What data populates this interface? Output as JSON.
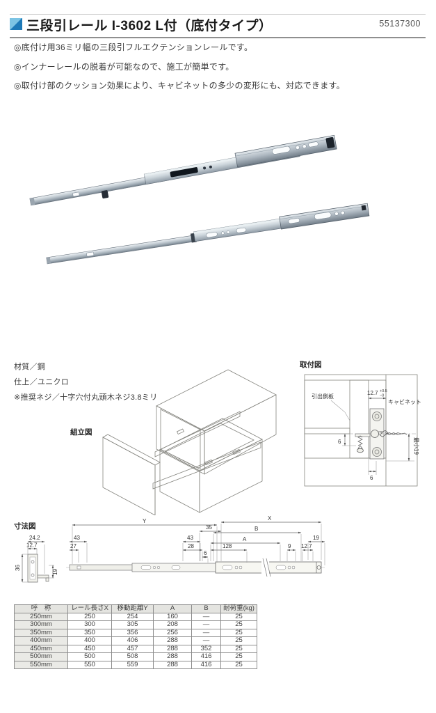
{
  "header": {
    "title": "三段引レール I-3602 L付（底付タイプ）",
    "code": "55137300"
  },
  "features": [
    "◎底付け用36ミリ幅の三段引フルエクテンションレールです。",
    "◎インナーレールの脱着が可能なので、施工が簡単です。",
    "◎取付け部のクッション効果により、キャビネットの多少の変形にも、対応できます。"
  ],
  "specs": {
    "material": "材質／鋼",
    "finish": "仕上／ユニクロ",
    "screw": "※推奨ネジ／十字穴付丸頭木ネジ3.8ミリ"
  },
  "assembly": {
    "label": "組立図"
  },
  "mounting": {
    "label": "取付図",
    "drawer_panel": "引出側板",
    "cabinet": "キャビネット",
    "dim_gap": "12.7",
    "tol_plus": "+0.5",
    "tol_minus": "−0",
    "dim_v6": "6",
    "dim_h6": "6",
    "dim_min": "最小19"
  },
  "dimensions": {
    "label": "寸法図",
    "cross": {
      "w": "24.2",
      "w2": "12.7",
      "h": "36",
      "h2": "19"
    },
    "side": {
      "Y": "Y",
      "X": "X",
      "B": "B",
      "A": "A",
      "d35": "35",
      "d43a": "43",
      "d27": "27",
      "d43b": "43",
      "d28": "28",
      "d6": "6",
      "d128": "128",
      "d9": "9",
      "d127": "12.7",
      "d19": "19"
    }
  },
  "table": {
    "headers": [
      "呼　称",
      "レール長さX",
      "移動距離Y",
      "A",
      "B",
      "耐荷重(kg)"
    ],
    "rows": [
      [
        "250mm",
        "250",
        "254",
        "160",
        "—",
        "25"
      ],
      [
        "300mm",
        "300",
        "305",
        "208",
        "—",
        "25"
      ],
      [
        "350mm",
        "350",
        "356",
        "256",
        "—",
        "25"
      ],
      [
        "400mm",
        "400",
        "406",
        "288",
        "—",
        "25"
      ],
      [
        "450mm",
        "450",
        "457",
        "288",
        "352",
        "25"
      ],
      [
        "500mm",
        "500",
        "508",
        "288",
        "416",
        "25"
      ],
      [
        "550mm",
        "550",
        "559",
        "288",
        "416",
        "25"
      ]
    ]
  }
}
